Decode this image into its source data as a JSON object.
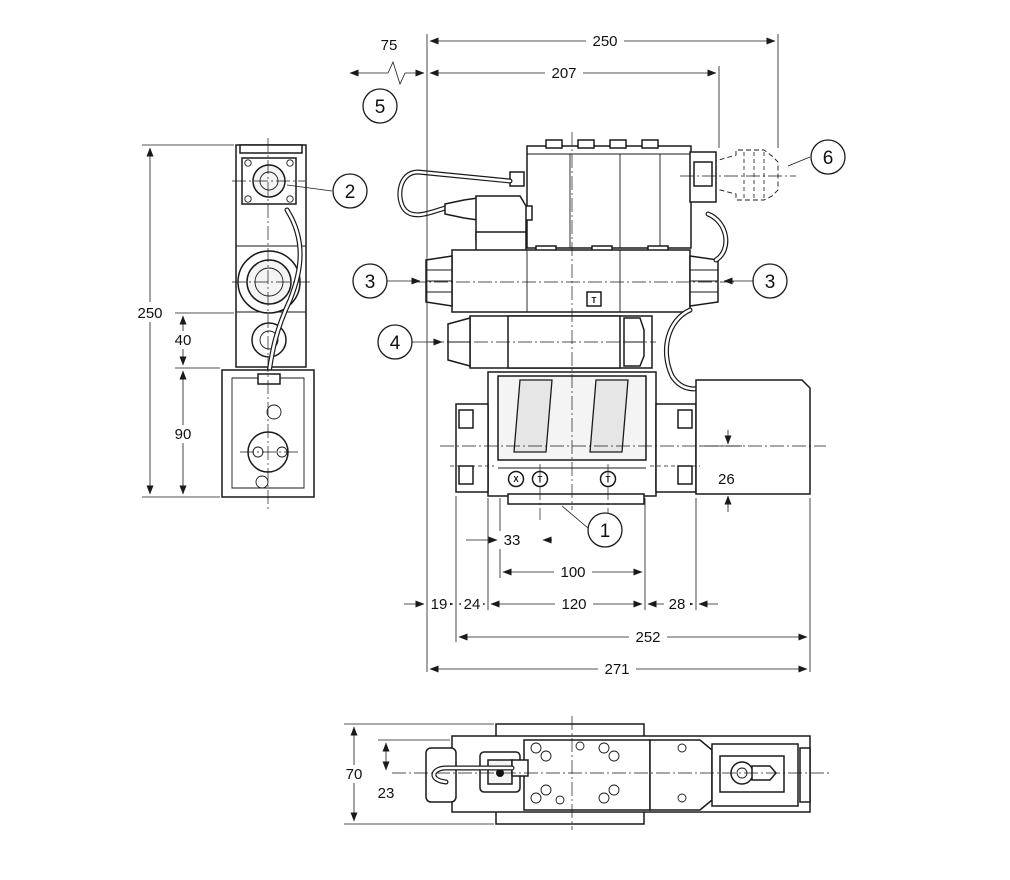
{
  "dimensions": {
    "overall_height_left": "250",
    "left_40": "40",
    "left_90": "90",
    "top_250": "250",
    "top_207": "207",
    "top_75": "75",
    "right_26": "26",
    "bottom_33": "33",
    "bottom_100": "100",
    "bottom_19": "19",
    "bottom_24": "24",
    "bottom_120": "120",
    "bottom_28": "28",
    "bottom_252": "252",
    "bottom_271": "271",
    "plan_70": "70",
    "plan_23": "23"
  },
  "balloons": {
    "b1": "1",
    "b2": "2",
    "b3_left": "3",
    "b3_right": "3",
    "b4": "4",
    "b5": "5",
    "b6": "6"
  },
  "port_labels": {
    "x": "X",
    "t1": "T",
    "t2": "T",
    "pilot_t": "T"
  }
}
